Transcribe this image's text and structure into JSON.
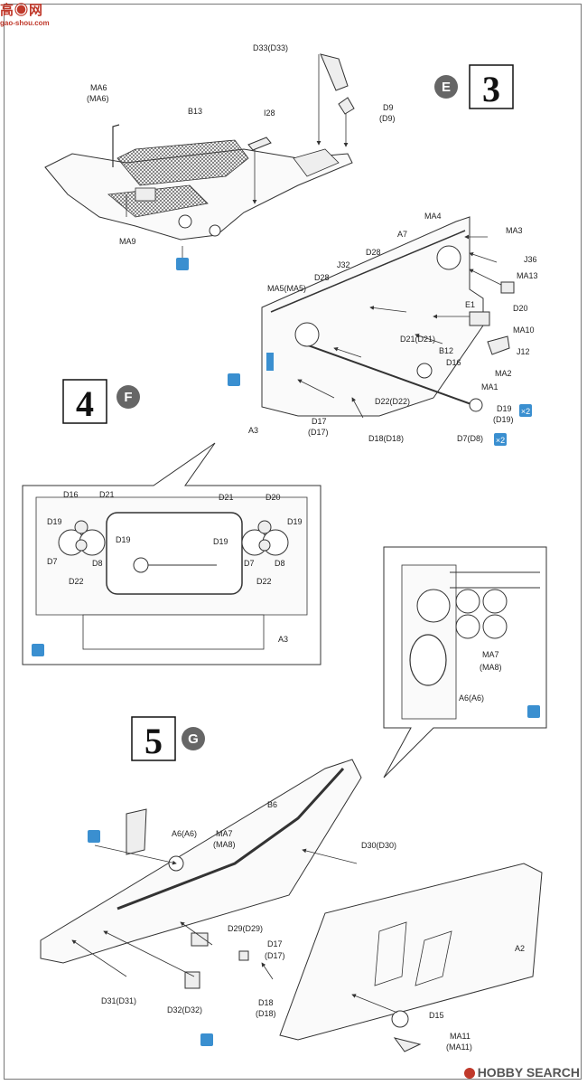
{
  "watermark": {
    "line1": "高◉网",
    "line2": "gao-shou.com"
  },
  "brand": {
    "text": "HOBBY SEARCH"
  },
  "step3": {
    "number": "3",
    "letter": "E"
  },
  "step4": {
    "number": "4",
    "letter": "F"
  },
  "step5": {
    "number": "5",
    "letter": "G"
  },
  "step3_labels": {
    "d33": "D33(D33)",
    "ma6a": "MA6",
    "ma6b": "(MA6)",
    "b13": "B13",
    "i28": "I28",
    "d9a": "D9",
    "d9b": "(D9)",
    "ma9": "MA9"
  },
  "step3_sub_labels": {
    "ma4": "MA4",
    "a7": "A7",
    "ma3": "MA3",
    "d28a": "D28",
    "j36": "J36",
    "ma13": "MA13",
    "j32": "J32",
    "d28b": "D28",
    "ma5": "MA5(MA5)",
    "d20": "D20",
    "e1": "E1",
    "ma10": "MA10",
    "d21": "D21(D21)",
    "b12": "B12",
    "j12": "J12",
    "d16": "D16",
    "ma2": "MA2",
    "ma1": "MA1",
    "d22": "D22(D22)",
    "d19a": "D19",
    "d19b": "(D19)",
    "d17a": "D17",
    "d17b": "(D17)",
    "a3": "A3",
    "d18": "D18(D18)",
    "d7": "D7(D8)",
    "x2a": "×2",
    "x2b": "×2"
  },
  "step4_labels": {
    "d16": "D16",
    "d21l": "D21",
    "d19l1": "D19",
    "d19l2": "D19",
    "d7l": "D7",
    "d8l": "D8",
    "d22l": "D22",
    "d21r": "D21",
    "d20": "D20",
    "d19r1": "D19",
    "d19r2": "D19",
    "d7r": "D7",
    "d8r": "D8",
    "d22r": "D22",
    "a3": "A3"
  },
  "inset_labels": {
    "ma7a": "MA7",
    "ma7b": "(MA8)",
    "a6": "A6(A6)"
  },
  "step5_labels": {
    "b6": "B6",
    "a6": "A6(A6)",
    "ma7a": "MA7",
    "ma7b": "(MA8)",
    "d30": "D30(D30)",
    "d29": "D29(D29)",
    "d17a": "D17",
    "d17b": "(D17)",
    "a2": "A2",
    "d31": "D31(D31)",
    "d32": "D32(D32)",
    "d18a": "D18",
    "d18b": "(D18)",
    "d15": "D15",
    "ma11a": "MA11",
    "ma11b": "(MA11)"
  },
  "colors": {
    "accent": "#3a8fd0",
    "badge": "#666666",
    "line": "#333333"
  }
}
